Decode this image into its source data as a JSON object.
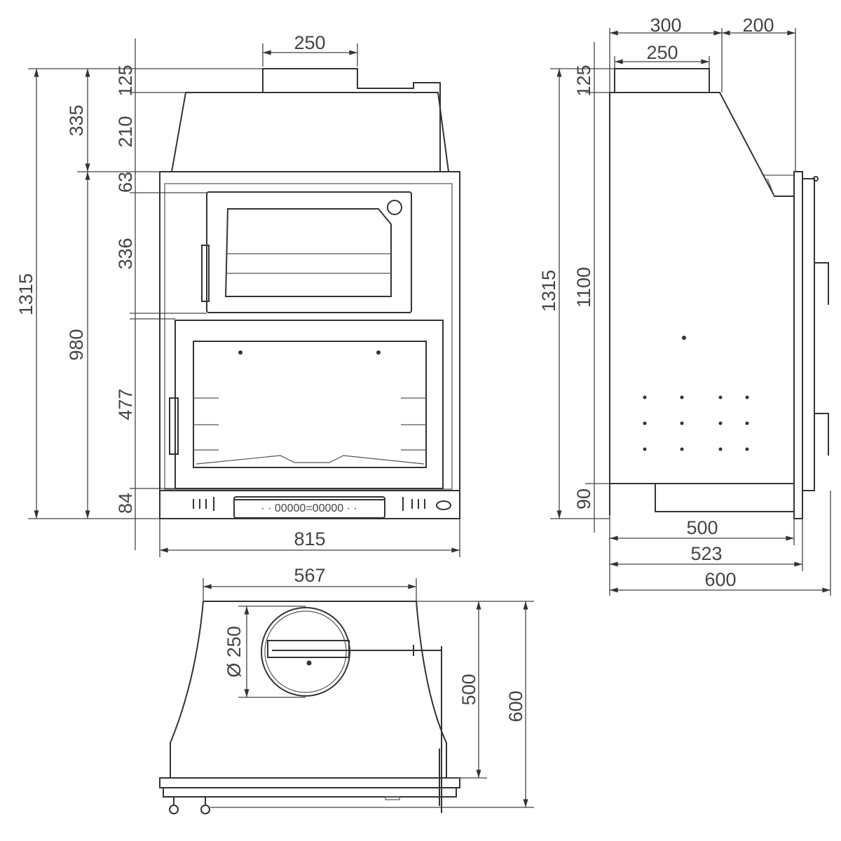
{
  "front_view": {
    "dims": {
      "flue_width": "250",
      "top_collar": "125",
      "hood_height": "210",
      "upper_frame": "63",
      "oven_height": "336",
      "firebox_height": "477",
      "base_panel": "84",
      "upper_total": "335",
      "body_height": "980",
      "total_height": "1315",
      "total_width": "815"
    },
    "control_panel": {
      "display": "· · 00000=00000 · ·"
    }
  },
  "side_view": {
    "dims": {
      "flue_offset": "300",
      "rear_offset": "200",
      "flue_width": "250",
      "top_collar": "125",
      "total_height": "1315",
      "body_height": "1100",
      "base_height": "90",
      "depth_body": "500",
      "depth_frame": "523",
      "depth_total": "600"
    }
  },
  "top_view": {
    "dims": {
      "hood_width": "567",
      "flue_diameter": "Ø 250",
      "depth_body": "500",
      "depth_total": "600"
    }
  }
}
